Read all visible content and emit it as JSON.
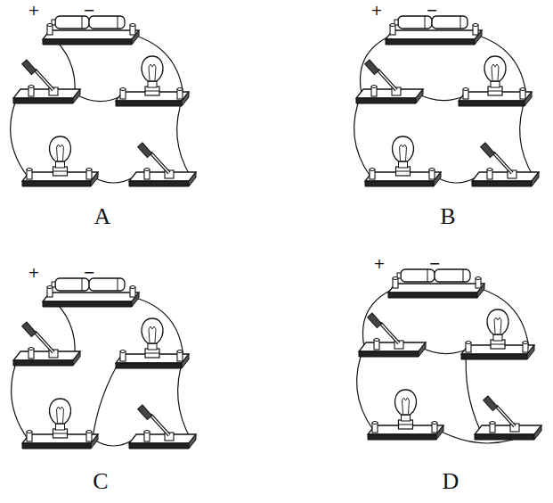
{
  "diagram": {
    "labels": [
      "+",
      "−",
      "+",
      "−",
      "A",
      "B",
      "+",
      "−",
      "+",
      "−",
      "C",
      "D"
    ]
  }
}
